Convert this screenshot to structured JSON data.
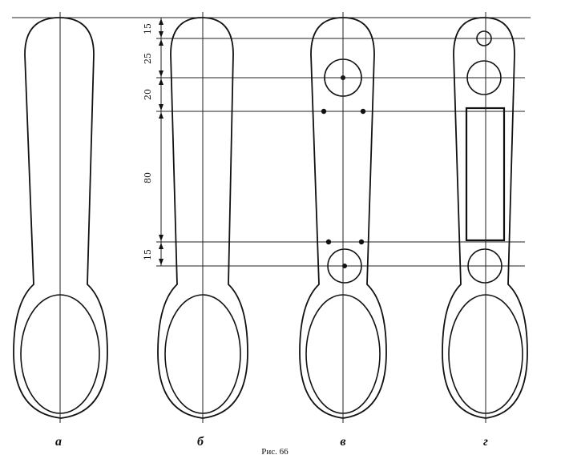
{
  "figure": {
    "caption": "Рис. 66",
    "panels": [
      {
        "id": "a",
        "label": "а"
      },
      {
        "id": "b",
        "label": "б"
      },
      {
        "id": "v",
        "label": "в"
      },
      {
        "id": "g",
        "label": "г"
      }
    ],
    "dimensions": [
      "15",
      "25",
      "20",
      "80",
      "15"
    ]
  },
  "colors": {
    "ink": "#111111",
    "background": "#ffffff"
  }
}
